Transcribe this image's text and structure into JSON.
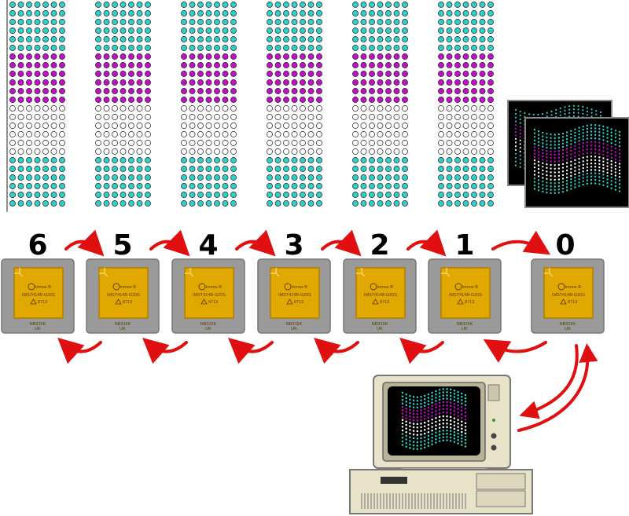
{
  "colors": {
    "cyan": "#2fd0c8",
    "magenta": "#c010c8",
    "white": "#ffffff",
    "arrow": "#e01010",
    "chip_body": "#9a9a9a",
    "chip_die": "#e0a800",
    "monitor_bg": "#000000"
  },
  "icons": {
    "manufacturer_logo": "circled-M-logo",
    "warning": "triangle-symbol"
  },
  "strips": [
    {
      "index": 0
    },
    {
      "index": 1
    },
    {
      "index": 2
    },
    {
      "index": 3
    },
    {
      "index": 4
    },
    {
      "index": 5
    }
  ],
  "transputers": [
    {
      "rank": "6",
      "logo_text": "inmos B",
      "part": "IMST414B-G20S",
      "date": "8713",
      "batch": "NB315K",
      "country": "UK"
    },
    {
      "rank": "5",
      "logo_text": "inmos B",
      "part": "IMST414B-G20S",
      "date": "8713",
      "batch": "NB315K",
      "country": "UK"
    },
    {
      "rank": "4",
      "logo_text": "inmos B",
      "part": "IMST414B-G20S",
      "date": "8713",
      "batch": "NB315K",
      "country": "UK"
    },
    {
      "rank": "3",
      "logo_text": "inmos B",
      "part": "IMST414B-G20S",
      "date": "8713",
      "batch": "NB315K",
      "country": "UK"
    },
    {
      "rank": "2",
      "logo_text": "inmos B",
      "part": "IMST414B-G20S",
      "date": "8713",
      "batch": "NB315K",
      "country": "UK"
    },
    {
      "rank": "1",
      "logo_text": "inmos B",
      "part": "IMST414B-G20S",
      "date": "8713",
      "batch": "NB315K",
      "country": "UK"
    },
    {
      "rank": "0",
      "logo_text": "inmos B",
      "part": "IMST414B-G20S",
      "date": "8713",
      "batch": "NB315K",
      "country": "UK"
    }
  ]
}
